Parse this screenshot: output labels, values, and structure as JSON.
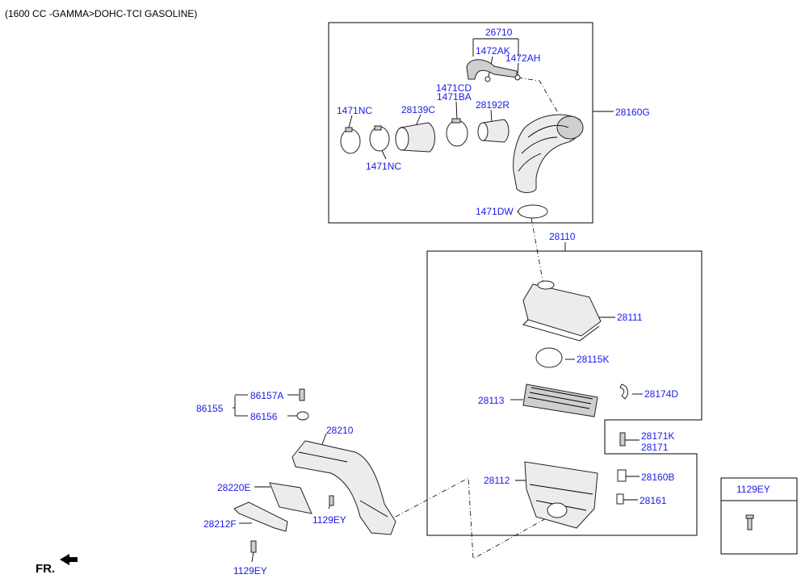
{
  "header": {
    "engine": "(1600 CC -GAMMA>DOHC-TCI GASOLINE)"
  },
  "fr_label": "FR.",
  "labels": {
    "p26710": "26710",
    "p1472AK": "1472AK",
    "p1472AH": "1472AH",
    "p1471CD": "1471CD",
    "p1471BA": "1471BA",
    "p28139C": "28139C",
    "p28192R": "28192R",
    "p1471NC_top": "1471NC",
    "p1471NC_bottom": "1471NC",
    "p28160G": "28160G",
    "p1471DW": "1471DW",
    "p28110": "28110",
    "p28111": "28111",
    "p28115K": "28115K",
    "p28113": "28113",
    "p28174D": "28174D",
    "p28171K": "28171K",
    "p28171": "28171",
    "p28160B": "28160B",
    "p28112": "28112",
    "p28161": "28161",
    "p86157A": "86157A",
    "p86155": "86155",
    "p86156": "86156",
    "p28210": "28210",
    "p28220E": "28220E",
    "p1129EY_mid": "1129EY",
    "p28212F": "28212F",
    "p1129EY_bottom": "1129EY"
  },
  "legend": {
    "title": "1129EY"
  }
}
